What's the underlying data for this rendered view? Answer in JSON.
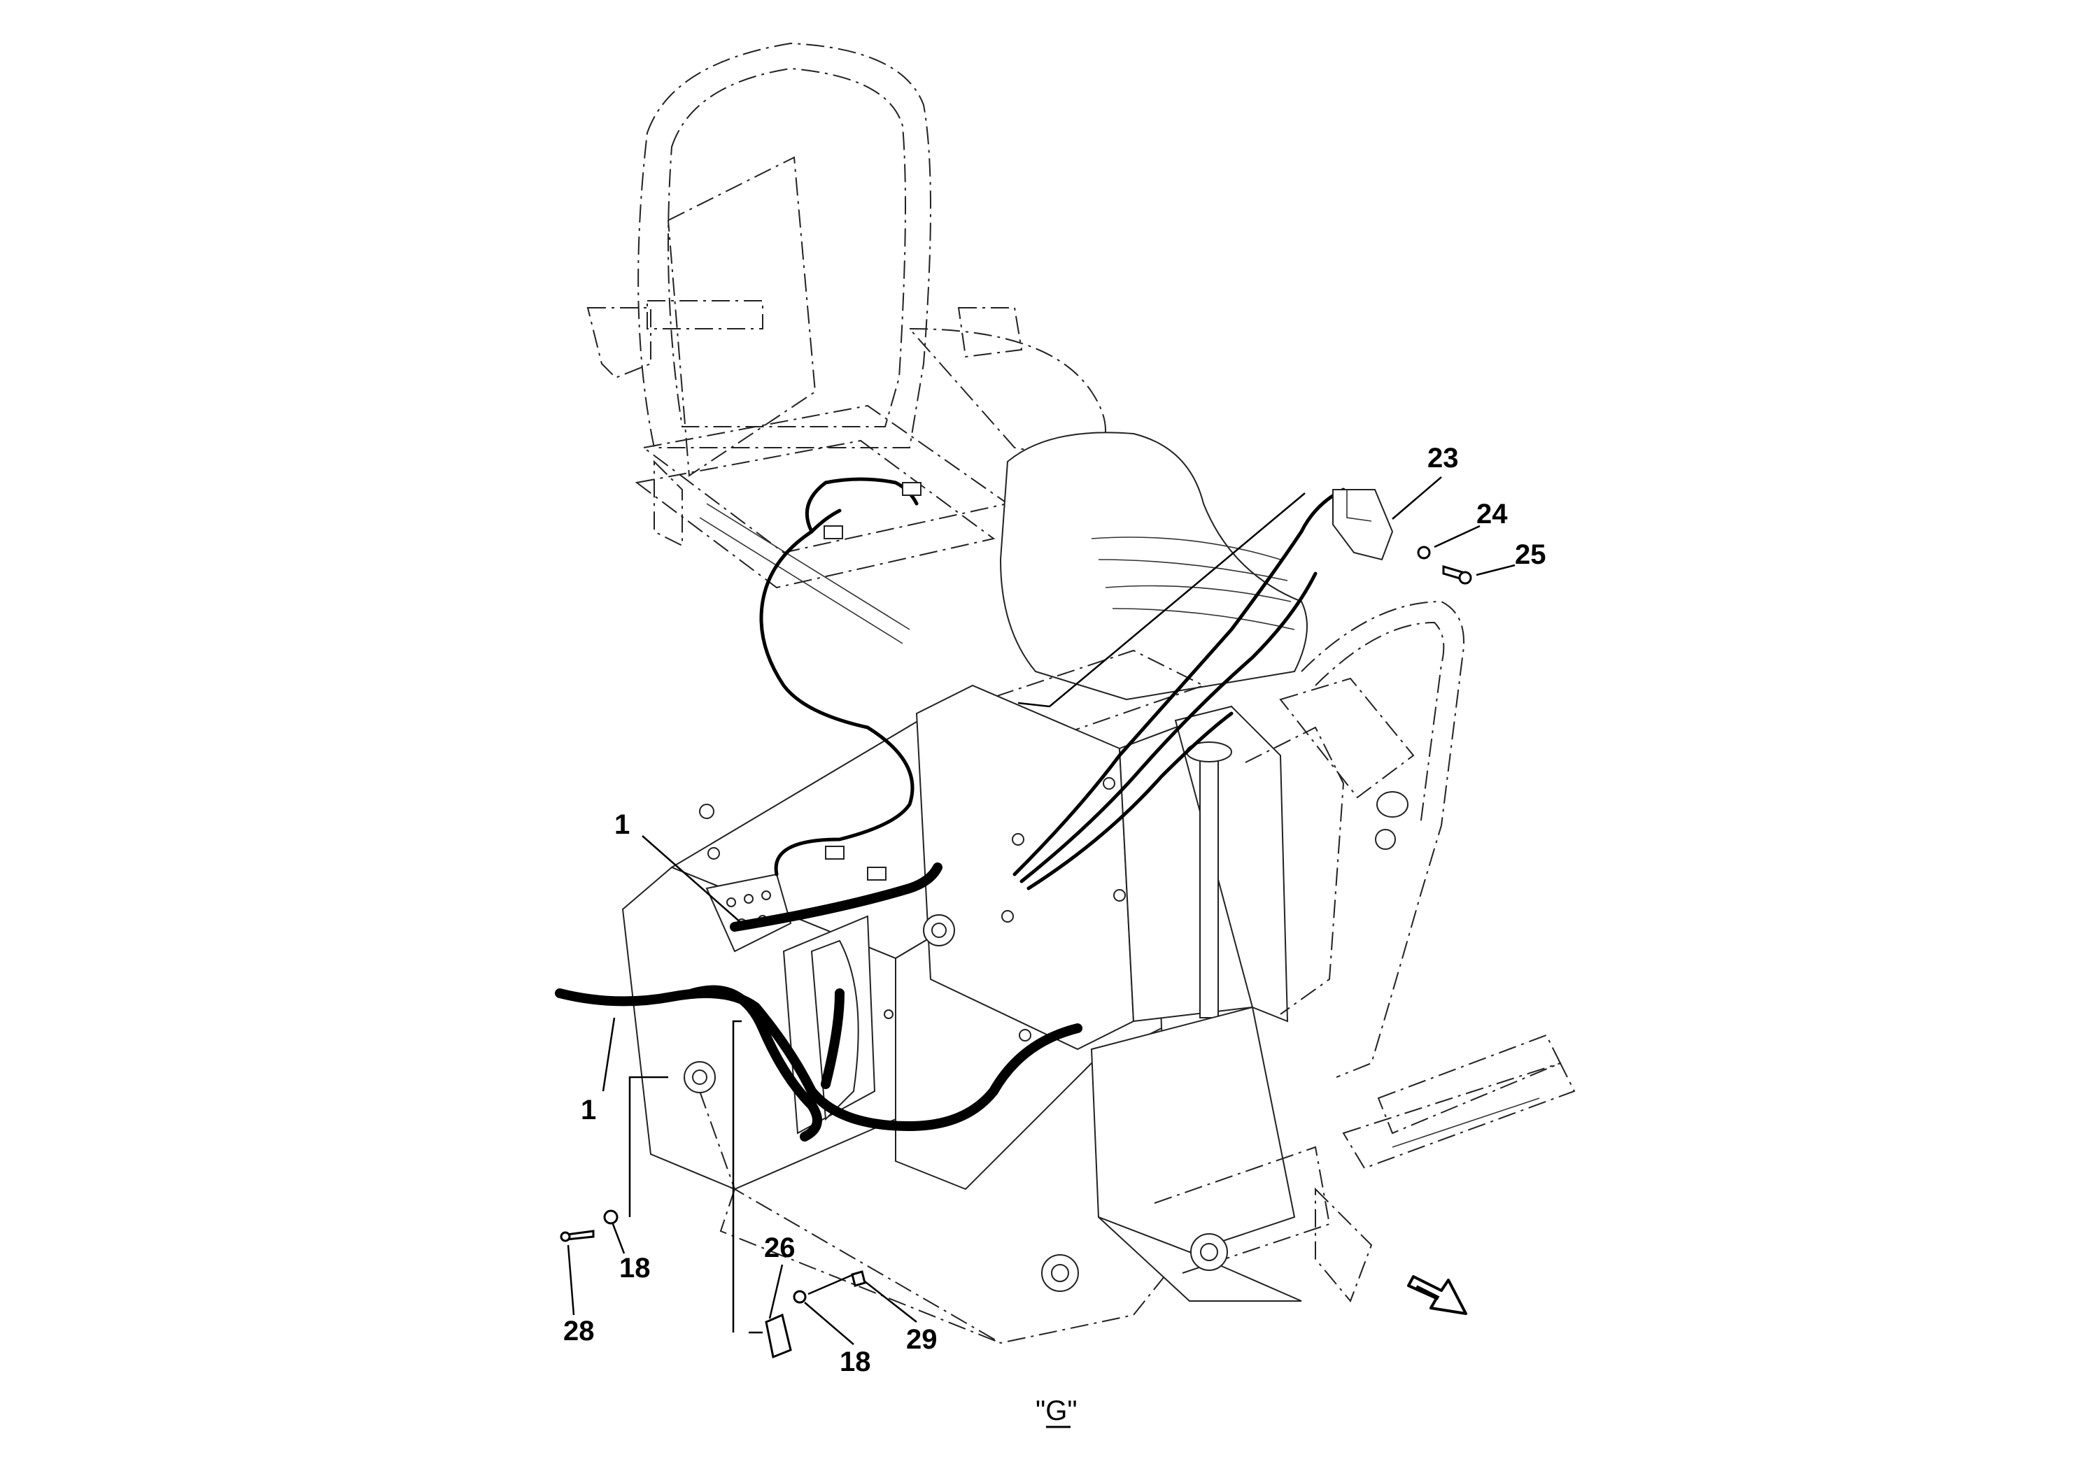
{
  "diagram": {
    "view_label": "\"G\"",
    "callouts": [
      {
        "id": "c1-upper",
        "text": "1"
      },
      {
        "id": "c1-lower",
        "text": "1"
      },
      {
        "id": "c23",
        "text": "23"
      },
      {
        "id": "c24",
        "text": "24"
      },
      {
        "id": "c25",
        "text": "25"
      },
      {
        "id": "c18-left",
        "text": "18"
      },
      {
        "id": "c28",
        "text": "28"
      },
      {
        "id": "c26",
        "text": "26"
      },
      {
        "id": "c18-right",
        "text": "18"
      },
      {
        "id": "c29",
        "text": "29"
      }
    ],
    "direction_icon": "arrow-down-right-icon"
  }
}
